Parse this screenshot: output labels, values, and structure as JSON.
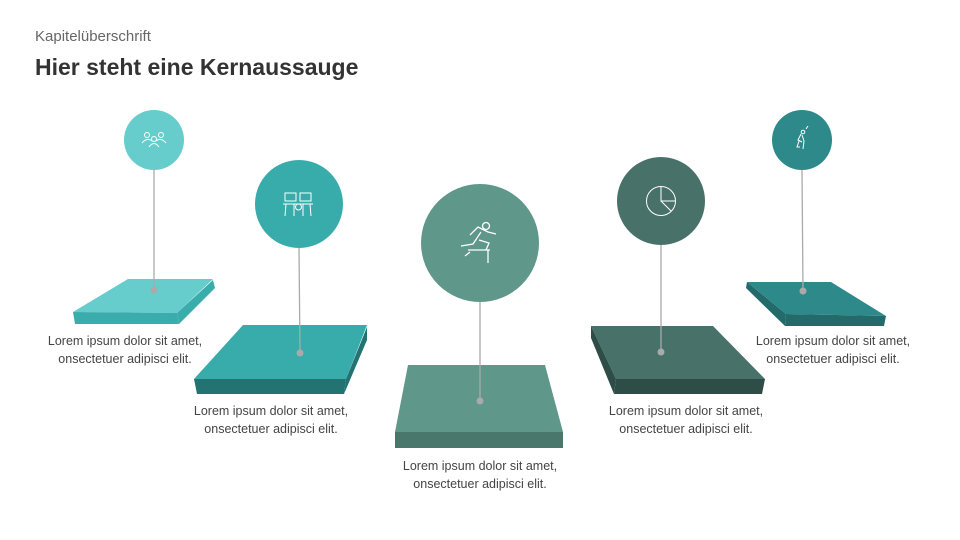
{
  "header": {
    "chapter": "Kapitelüberschrift",
    "title": "Hier steht eine Kernaussauge"
  },
  "items": [
    {
      "icon": "people-group-icon",
      "color": "#66CCCC",
      "line1": "Lorem ipsum dolor sit amet,",
      "line2": "onsectetuer adipisci elit."
    },
    {
      "icon": "workstations-icon",
      "color": "#38ABAB",
      "line1": "Lorem ipsum dolor sit amet,",
      "line2": "onsectetuer adipisci elit."
    },
    {
      "icon": "hurdle-runner-icon",
      "color": "#5F978B",
      "line1": "Lorem ipsum dolor sit amet,",
      "line2": "onsectetuer adipisci elit."
    },
    {
      "icon": "pie-chart-icon",
      "color": "#487169",
      "line1": "Lorem ipsum dolor sit amet,",
      "line2": "onsectetuer adipisci elit."
    },
    {
      "icon": "athlete-icon",
      "color": "#2E8A8A",
      "line1": "Lorem ipsum dolor sit amet,",
      "line2": "onsectetuer adipisci elit."
    }
  ]
}
